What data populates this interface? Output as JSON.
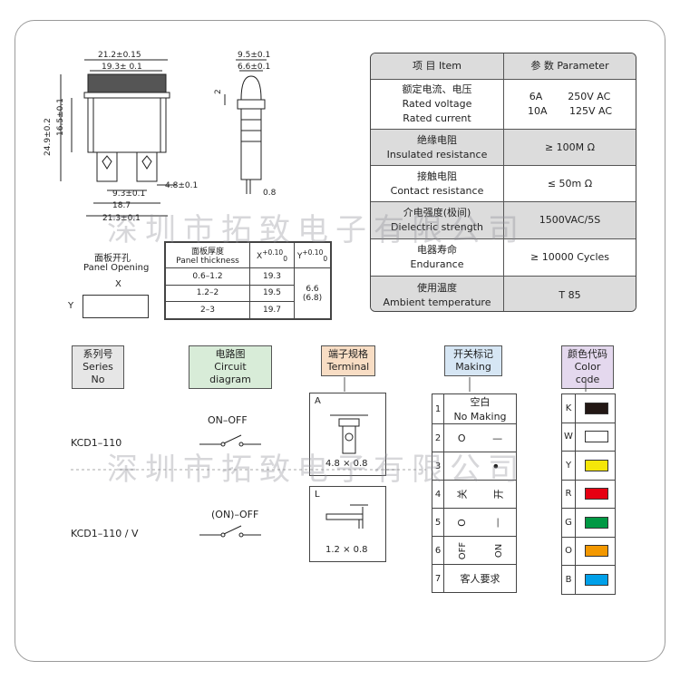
{
  "dims": {
    "top_width_outer": "21.2±0.15",
    "top_width_inner": "19.3± 0.1",
    "height_total": "24.9±0.2",
    "height_body": "16.5±0.1",
    "side_w1": "9.5±0.1",
    "side_w2": "6.6±0.1",
    "side_small": "2",
    "pin_spacing": "4.8±0.1",
    "pin_offset": "0.8",
    "bottom_a": "9.3±0.1",
    "bottom_b": "18.7",
    "bottom_c": "21.3±0.1"
  },
  "panel_opening": {
    "cn": "面板开孔",
    "en": "Panel Opening",
    "x_label": "X",
    "y_label": "Y"
  },
  "thickness_table": {
    "h1_cn": "面板厚度",
    "h1_en": "Panel thickness",
    "h2": "X",
    "h2_tol": "+0.10",
    "h2_sub": "0",
    "h3": "Y",
    "h3_tol": "+0.10",
    "h3_sub": "0",
    "rows": [
      {
        "t": "0.6–1.2",
        "x": "19.3"
      },
      {
        "t": "1.2–2",
        "x": "19.5"
      },
      {
        "t": "2–3",
        "x": "19.7"
      }
    ],
    "y_val": "6.6",
    "y_val2": "(6.8)"
  },
  "params": {
    "head_item": "项 目   Item",
    "head_param": "参 数   Parameter",
    "rows": [
      {
        "cn": "额定电流、电压",
        "en1": "Rated voltage",
        "en2": "Rated current",
        "v1": "6A        250V AC",
        "v2": "10A       125V AC"
      },
      {
        "cn": "绝缘电阻",
        "en1": "Insulated resistance",
        "v1": "≥ 100M Ω"
      },
      {
        "cn": "接触电阻",
        "en1": "Contact resistance",
        "v1": "≤ 50m Ω"
      },
      {
        "cn": "介电强度(极间)",
        "en1": "Dielectric strength",
        "v1": "1500VAC/5S"
      },
      {
        "cn": "电器寿命",
        "en1": "Endurance",
        "v1": "≥ 10000 Cycles"
      },
      {
        "cn": "使用温度",
        "en1": "Ambient temperature",
        "v1": "T 85"
      }
    ]
  },
  "headers": {
    "series_cn": "系列号",
    "series_en": "Series No",
    "circuit_cn": "电路图",
    "circuit_en": "Circuit diagram",
    "terminal_cn": "端子规格",
    "terminal_en": "Terminal",
    "making_cn": "开关标记",
    "making_en": "Making",
    "color_cn": "颜色代码",
    "color_en": "Color code"
  },
  "series": [
    {
      "model": "KCD1–110",
      "circuit": "ON–OFF"
    },
    {
      "model": "KCD1–110 / V",
      "circuit": "(ON)–OFF"
    }
  ],
  "terminals": [
    {
      "code": "A",
      "size": "4.8 × 0.8"
    },
    {
      "code": "L",
      "size": "1.2 × 0.8"
    }
  ],
  "markings": [
    {
      "n": "1",
      "cn": "空白",
      "en": "No Making"
    },
    {
      "n": "2",
      "a": "O",
      "b": "—"
    },
    {
      "n": "3",
      "a": "•"
    },
    {
      "n": "4",
      "a": "关",
      "b": "开"
    },
    {
      "n": "5",
      "a": "O",
      "b": "—"
    },
    {
      "n": "6",
      "a": "OFF",
      "b": "ON"
    },
    {
      "n": "7",
      "cn": "客人要求"
    }
  ],
  "colors": [
    {
      "code": "K",
      "hex": "#231815"
    },
    {
      "code": "W",
      "hex": "#ffffff"
    },
    {
      "code": "Y",
      "hex": "#f5e60a"
    },
    {
      "code": "R",
      "hex": "#e60012"
    },
    {
      "code": "G",
      "hex": "#009944"
    },
    {
      "code": "O",
      "hex": "#f39800"
    },
    {
      "code": "B",
      "hex": "#00a0e9"
    }
  ],
  "watermark": "深圳市拓致电子有限公司"
}
